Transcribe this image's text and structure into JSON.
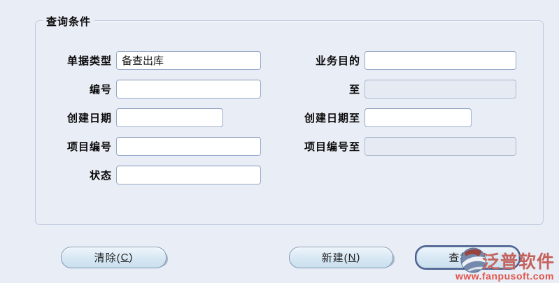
{
  "panel": {
    "legend": "查询条件"
  },
  "fields": {
    "left": [
      {
        "label": "单据类型",
        "value": "备查出库"
      },
      {
        "label": "编号",
        "value": ""
      },
      {
        "label": "创建日期",
        "value": ""
      },
      {
        "label": "项目编号",
        "value": ""
      },
      {
        "label": "状态",
        "value": ""
      }
    ],
    "right": [
      {
        "label": "业务目的",
        "value": ""
      },
      {
        "label": "至",
        "value": "",
        "state": "disabled"
      },
      {
        "label": "创建日期至",
        "value": ""
      },
      {
        "label": "项目编号至",
        "value": "",
        "state": "disabled"
      }
    ]
  },
  "buttons": {
    "clear": {
      "pre": "清除(",
      "mnemonic": "C",
      "post": ")"
    },
    "new": {
      "pre": "新建(",
      "mnemonic": "N",
      "post": ")"
    },
    "find": {
      "pre": "查找(",
      "mnemonic": "F",
      "post": ")"
    }
  },
  "watermark": {
    "brand": "泛普软件",
    "url": "www.fanpusoft.com",
    "logo": "fanpu-logo"
  },
  "colors": {
    "page_bg": "#e9edf6",
    "panel_border": "#bdc9de",
    "input_border": "#97aac9",
    "disabled_input_bg": "#e6ebf3",
    "default_button_ring": "#42598a",
    "brand_text": "#c4635d",
    "url_text": "#e2544a"
  }
}
